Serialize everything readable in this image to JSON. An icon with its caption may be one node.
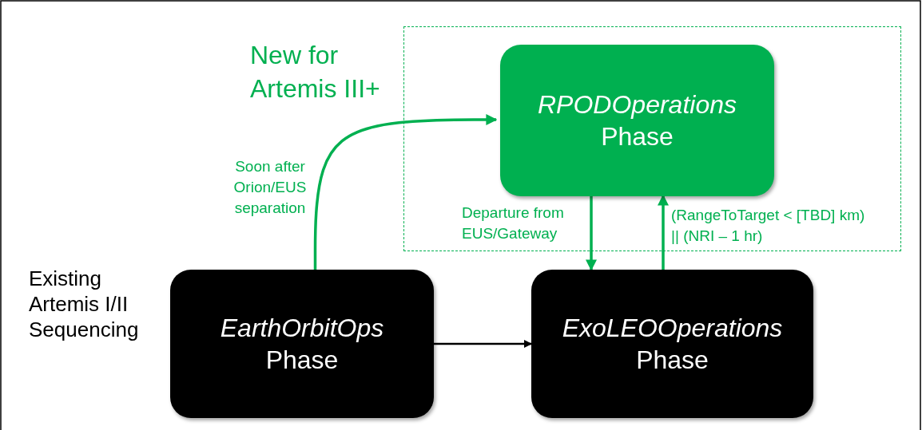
{
  "diagram": {
    "nodes": [
      {
        "text": [
          "New for Artemis III+"
        ]
      },
      {
        "text": [
          "*RPODOperations* Phase"
        ],
        "in": 0
      },
      {
        "text": [
          "*EarthOrbitOps* Phase"
        ]
      },
      {
        "text": [
          "*ExoLEOOperations* Phase"
        ]
      }
    ],
    "edges": [
      {
        "from": 2,
        "to": 1,
        "arrow": "to",
        "label": "Soon after Orion/EUS separation"
      },
      {
        "from": 1,
        "to": 3,
        "arrow": "to",
        "label": "Departure from EUS/Gateway"
      },
      {
        "from": 3,
        "to": 1,
        "arrow": "to",
        "label": "(RangeToTarget < [TBD] km) || (NRI – 1 hr)"
      },
      {
        "from": 2,
        "to": 3,
        "arrow": "to",
        "color": "#000000"
      }
    ],
    "labels": [
      "Existing Artemis I/II Sequencing"
    ]
  }
}
